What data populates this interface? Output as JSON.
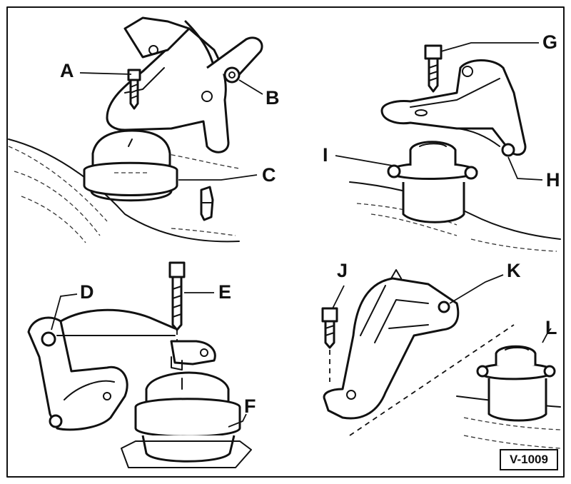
{
  "callouts": {
    "A": "A",
    "B": "B",
    "C": "C",
    "D": "D",
    "E": "E",
    "F": "F",
    "G": "G",
    "H": "H",
    "I": "I",
    "J": "J",
    "K": "K",
    "L": "L"
  },
  "reference_code": "V-1009"
}
